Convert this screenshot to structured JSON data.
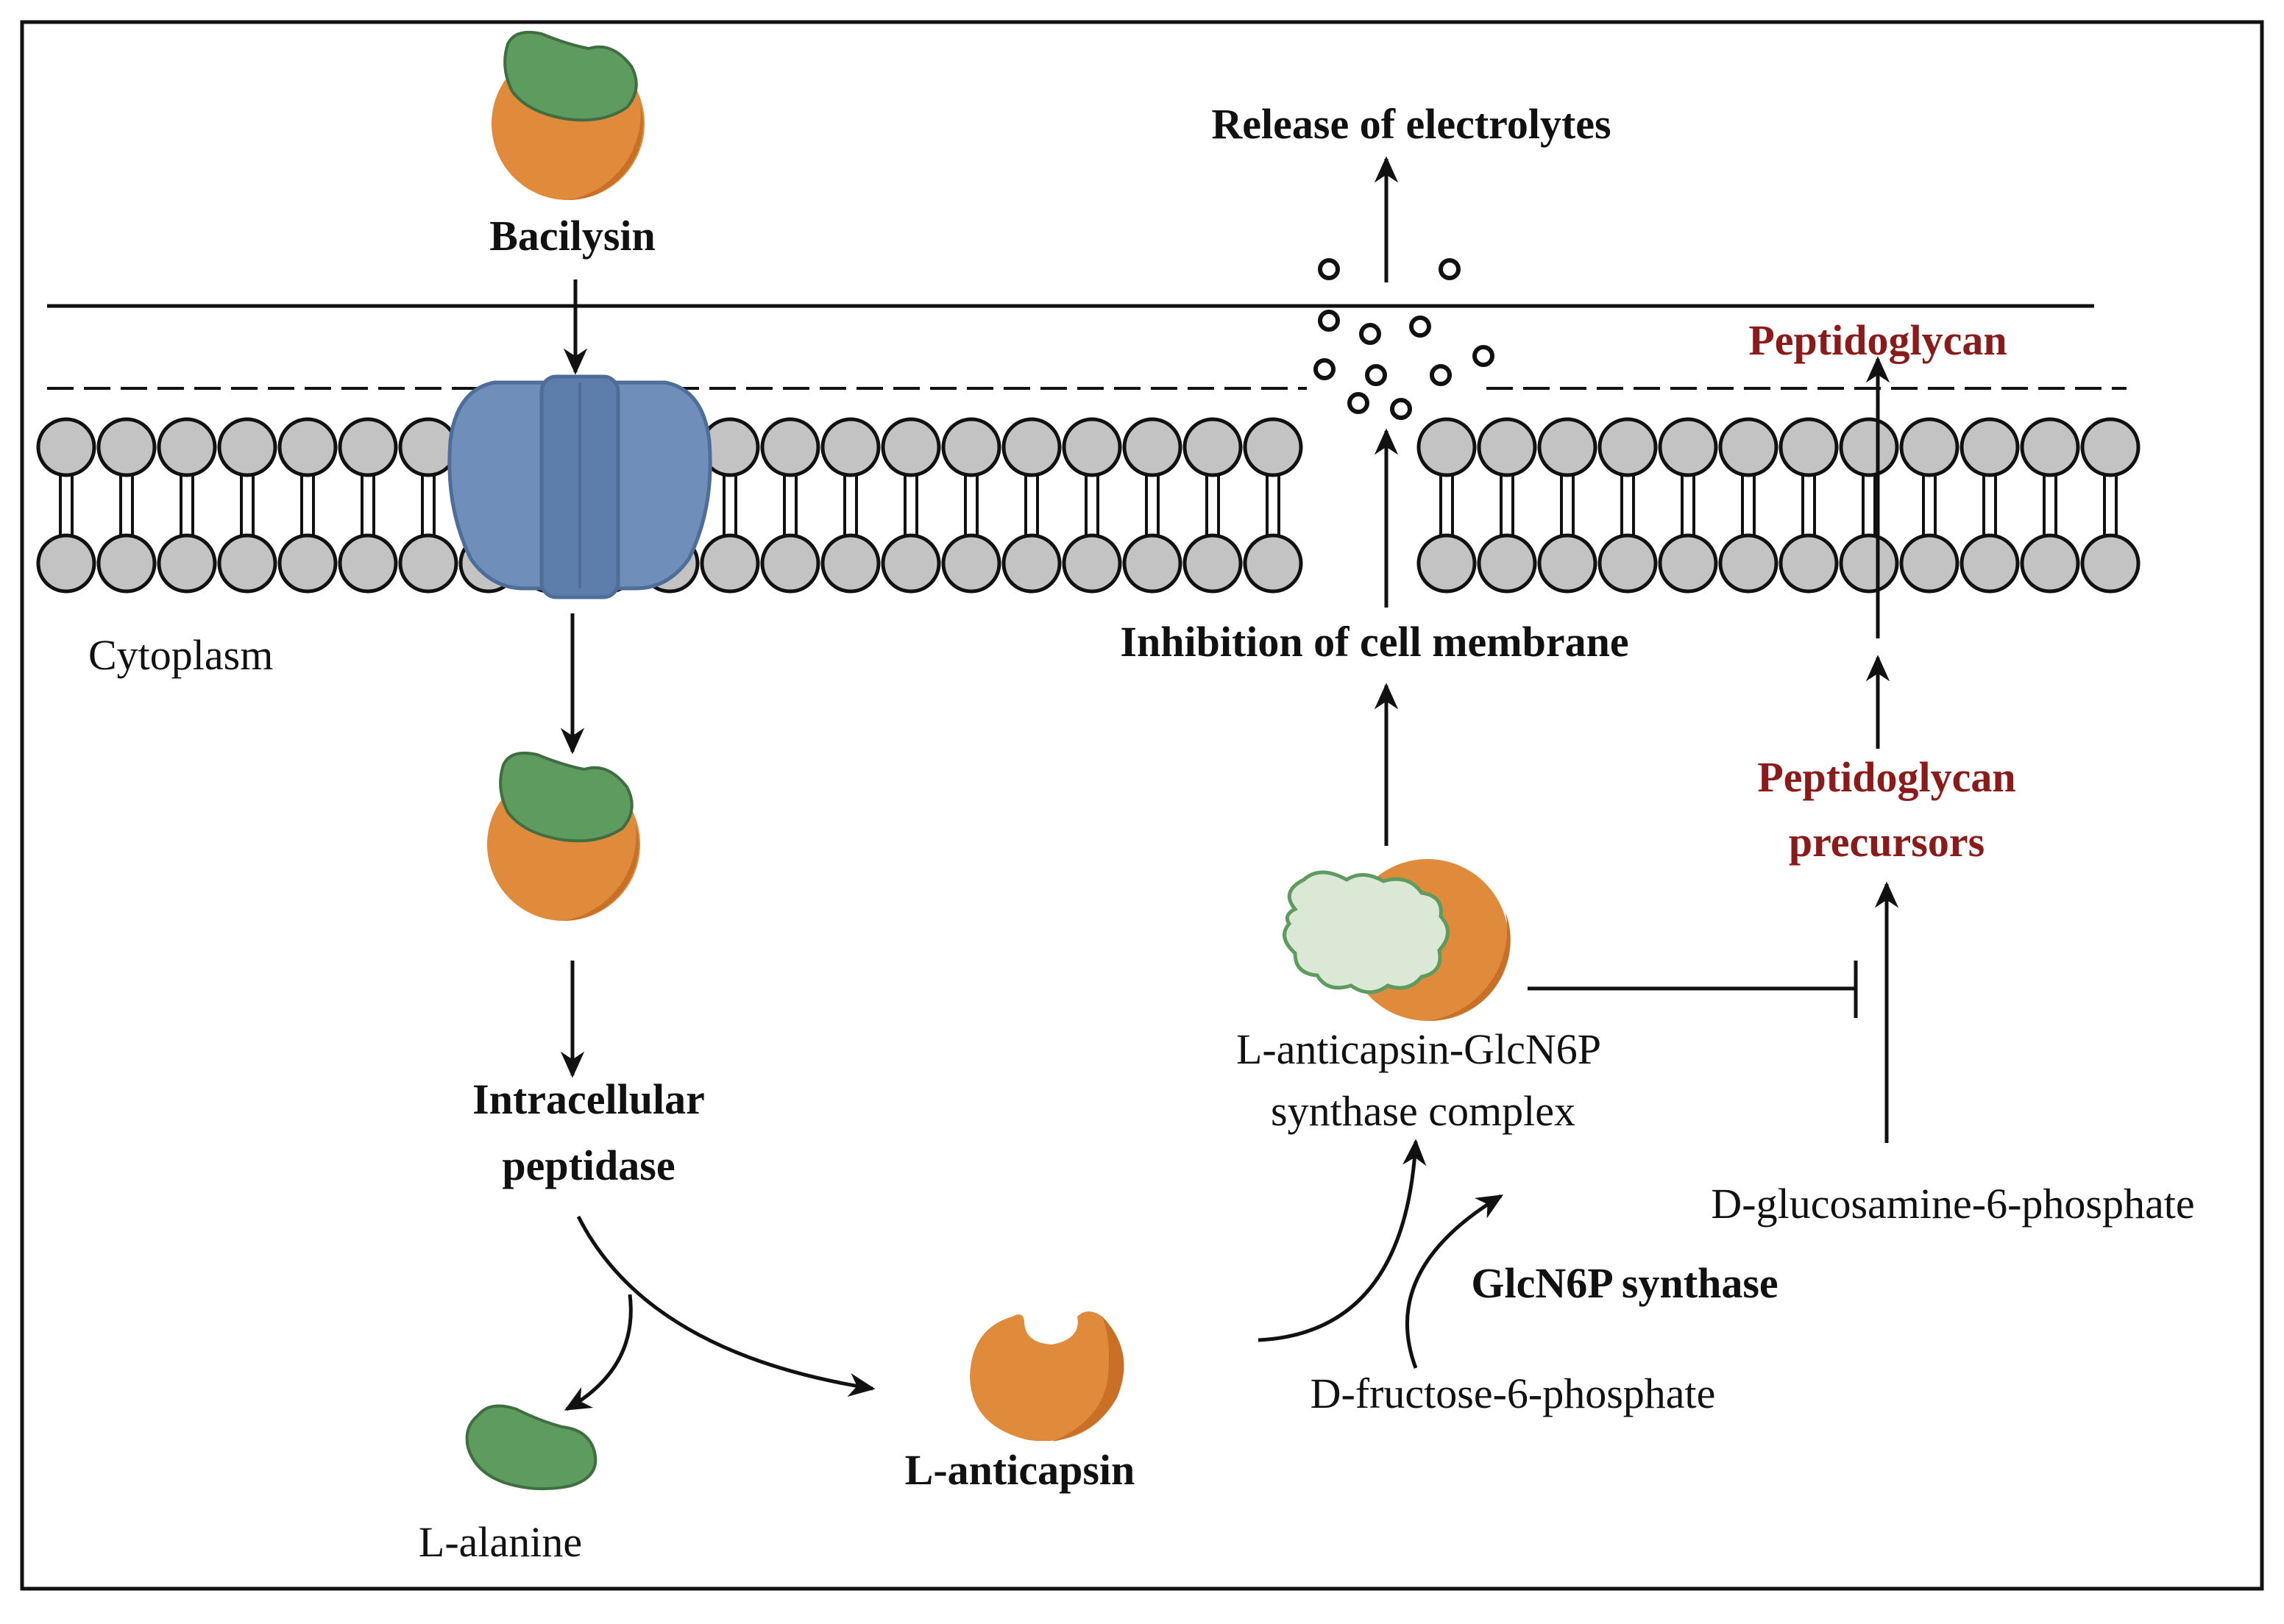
{
  "labels": {
    "bacilysin": "Bacilysin",
    "release": "Release of electrolytes",
    "peptidoglycan": "Peptidoglycan",
    "cytoplasm": "Cytoplasm",
    "inhibition": "Inhibition of cell membrane",
    "pg_precursors_1": "Peptidoglycan",
    "pg_precursors_2": "precursors",
    "complex_1": "L-anticapsin-GlcN6P",
    "complex_2": "synthase complex",
    "peptidase_1": "Intracellular",
    "peptidase_2": "peptidase",
    "glucosamine": "D-glucosamine-6-phosphate",
    "glcn6p_synthase": "GlcN6P synthase",
    "fructose": "D-fructose-6-phosphate",
    "l_alanine": "L-alanine",
    "l_anticapsin": "L-anticapsin"
  },
  "colors": {
    "accent_text": "#8b1a1a",
    "orange": "#e08a3c",
    "green": "#5d9b5f",
    "light_green": "#dbe8d5",
    "transporter": "#6f8fba",
    "lipid_head": "#c3c3c3"
  }
}
